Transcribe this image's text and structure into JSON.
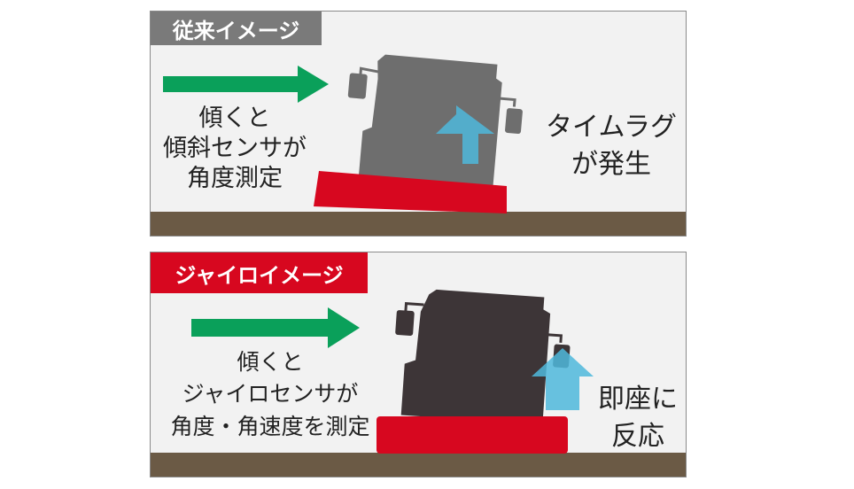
{
  "colors": {
    "arrow": "#0aa05a",
    "red": "#d7071f",
    "ground": "#6b5a45",
    "conventional_machine": "#6e6e6e",
    "gyro_machine": "#3d3537",
    "lift_arrow": "#4fb8dc",
    "label_gray": "#7a7a7a"
  },
  "conventional": {
    "label": "従来イメージ",
    "left_text": [
      "傾くと",
      "傾斜センサが",
      "角度測定"
    ],
    "right_text": [
      "タイムラグ",
      "が発生"
    ]
  },
  "gyro": {
    "label": "ジャイロイメージ",
    "left_text": [
      "傾くと",
      "ジャイロセンサが",
      "角度・角速度を測定"
    ],
    "right_text": [
      "即座に",
      "反応"
    ]
  }
}
